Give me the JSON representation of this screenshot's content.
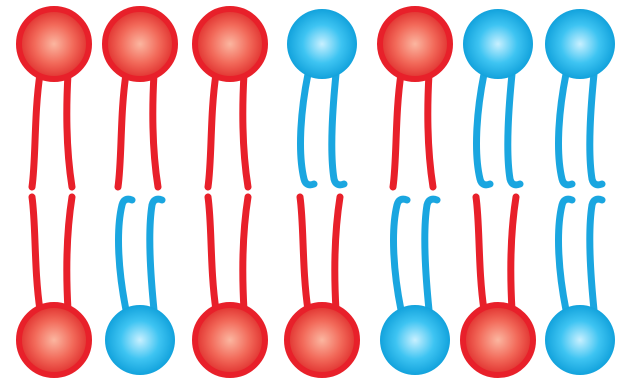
{
  "colors": {
    "red": {
      "stroke": "#e8202a",
      "center": "#fbb6a0",
      "mid": "#f26a5a",
      "edge": "#e0302e"
    },
    "blue": {
      "stroke": "#1aa6e0",
      "center": "#c8f0ff",
      "mid": "#3ec4f2",
      "edge": "#12a2dc"
    },
    "background": "#ffffff"
  },
  "bilayer": {
    "top_leaflet": [
      "red",
      "red",
      "red",
      "blue",
      "red",
      "blue",
      "blue"
    ],
    "bottom_leaflet": [
      "red",
      "blue",
      "red",
      "red",
      "blue",
      "red",
      "blue"
    ]
  }
}
